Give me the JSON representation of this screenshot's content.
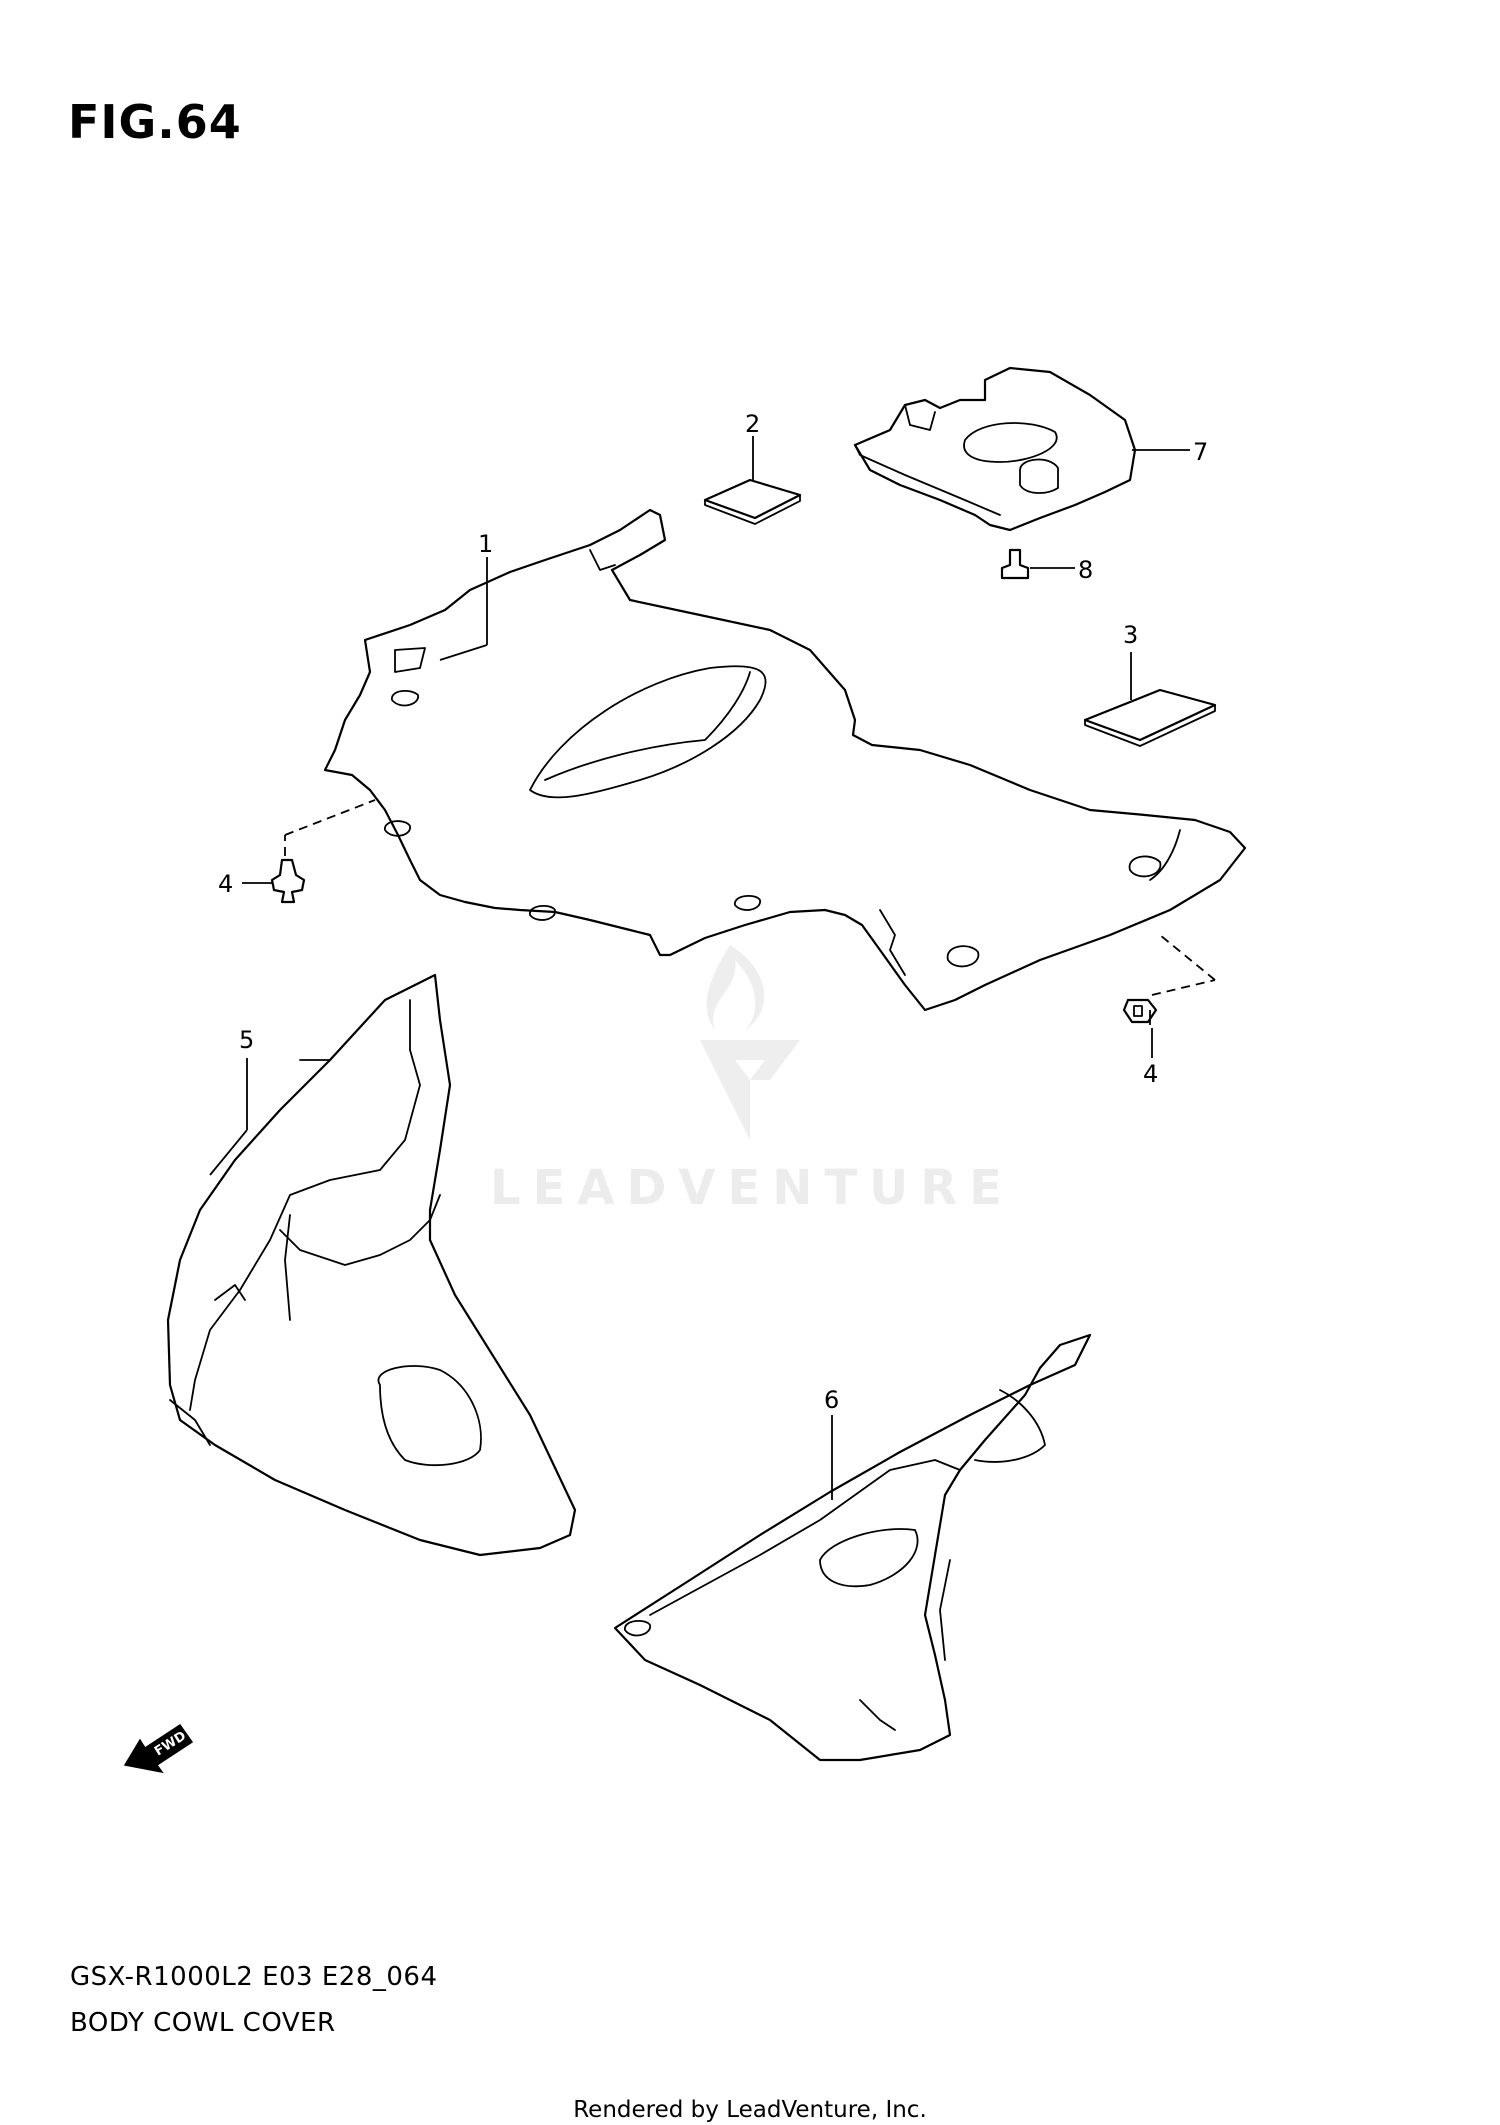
{
  "figure": {
    "title": "FIG.64",
    "model_code": "GSX-R1000L2 E03 E28_064",
    "section_name": "BODY COWL COVER"
  },
  "callouts": [
    {
      "id": "c1",
      "label": "1"
    },
    {
      "id": "c2",
      "label": "2"
    },
    {
      "id": "c3",
      "label": "3"
    },
    {
      "id": "c4a",
      "label": "4"
    },
    {
      "id": "c4b",
      "label": "4"
    },
    {
      "id": "c5",
      "label": "5"
    },
    {
      "id": "c6",
      "label": "6"
    },
    {
      "id": "c7",
      "label": "7"
    },
    {
      "id": "c8",
      "label": "8"
    }
  ],
  "direction_arrow": {
    "label": "FWD"
  },
  "watermark": {
    "text": "LEADVENTURE"
  },
  "footer": {
    "rendered_by": "Rendered by LeadVenture, Inc."
  }
}
